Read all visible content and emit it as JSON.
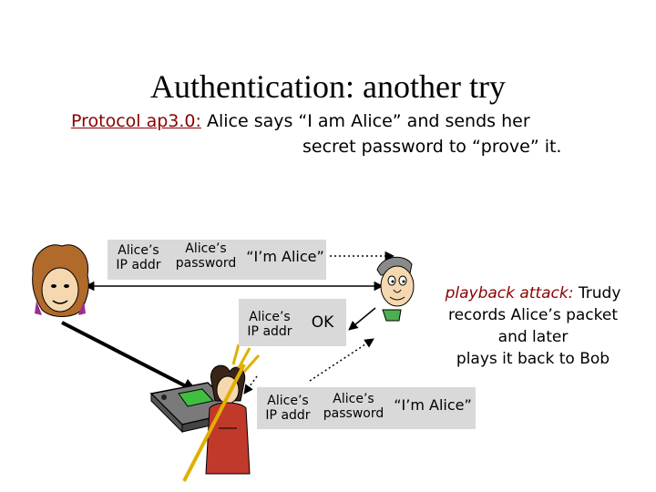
{
  "title": "Authentication: another try",
  "protocol": {
    "label": "Protocol ap3.0:",
    "line1_rest": " Alice says “I am Alice” and sends her",
    "line2": "secret password to “prove” it."
  },
  "packet1": {
    "ip_addr": [
      "Alice’s",
      "IP addr"
    ],
    "password": [
      "Alice’s",
      "password"
    ],
    "message": "“I’m Alice”"
  },
  "reply": {
    "ip_addr": [
      "Alice’s",
      "IP addr"
    ],
    "ok": "OK"
  },
  "packet2": {
    "ip_addr": [
      "Alice’s",
      "IP addr"
    ],
    "password": [
      "Alice’s",
      "password"
    ],
    "message": "“I’m Alice”"
  },
  "note": {
    "attack_label": "playback attack:",
    "line1_rest": " Trudy",
    "line2": "records Alice’s packet",
    "line3": "and later",
    "line4": "plays it back to Bob"
  },
  "colors": {
    "accent": "#8b0000",
    "packet_bg": "#d9d9d9"
  },
  "icons": [
    "alice-figure-icon",
    "bob-figure-icon",
    "trudy-figure-icon",
    "recorder-device-icon",
    "pitchfork-icon"
  ]
}
